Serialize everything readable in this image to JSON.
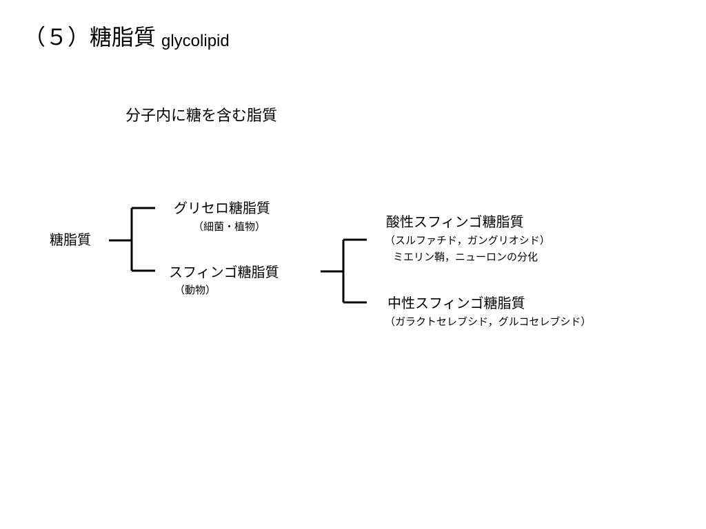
{
  "title": {
    "main": "（５）糖脂質",
    "sub": "glycolipid"
  },
  "definition": "分子内に糖を含む脂質",
  "tree": {
    "root": "糖脂質",
    "glycero": {
      "label": "グリセロ糖脂質",
      "note": "（細菌・植物）"
    },
    "sphingo": {
      "label": "スフィンゴ糖脂質",
      "note": "（動物）"
    },
    "acidic": {
      "label": "酸性スフィンゴ糖脂質",
      "note_line1": "（スルファチド，ガングリオシド）",
      "note_line2": "ミエリン鞘，ニューロンの分化"
    },
    "neutral": {
      "label": "中性スフィンゴ糖脂質",
      "note": "（ガラクトセレブシド，グルコセレブシド）"
    }
  },
  "colors": {
    "text": "#000000",
    "background": "#ffffff",
    "line": "#000000"
  }
}
